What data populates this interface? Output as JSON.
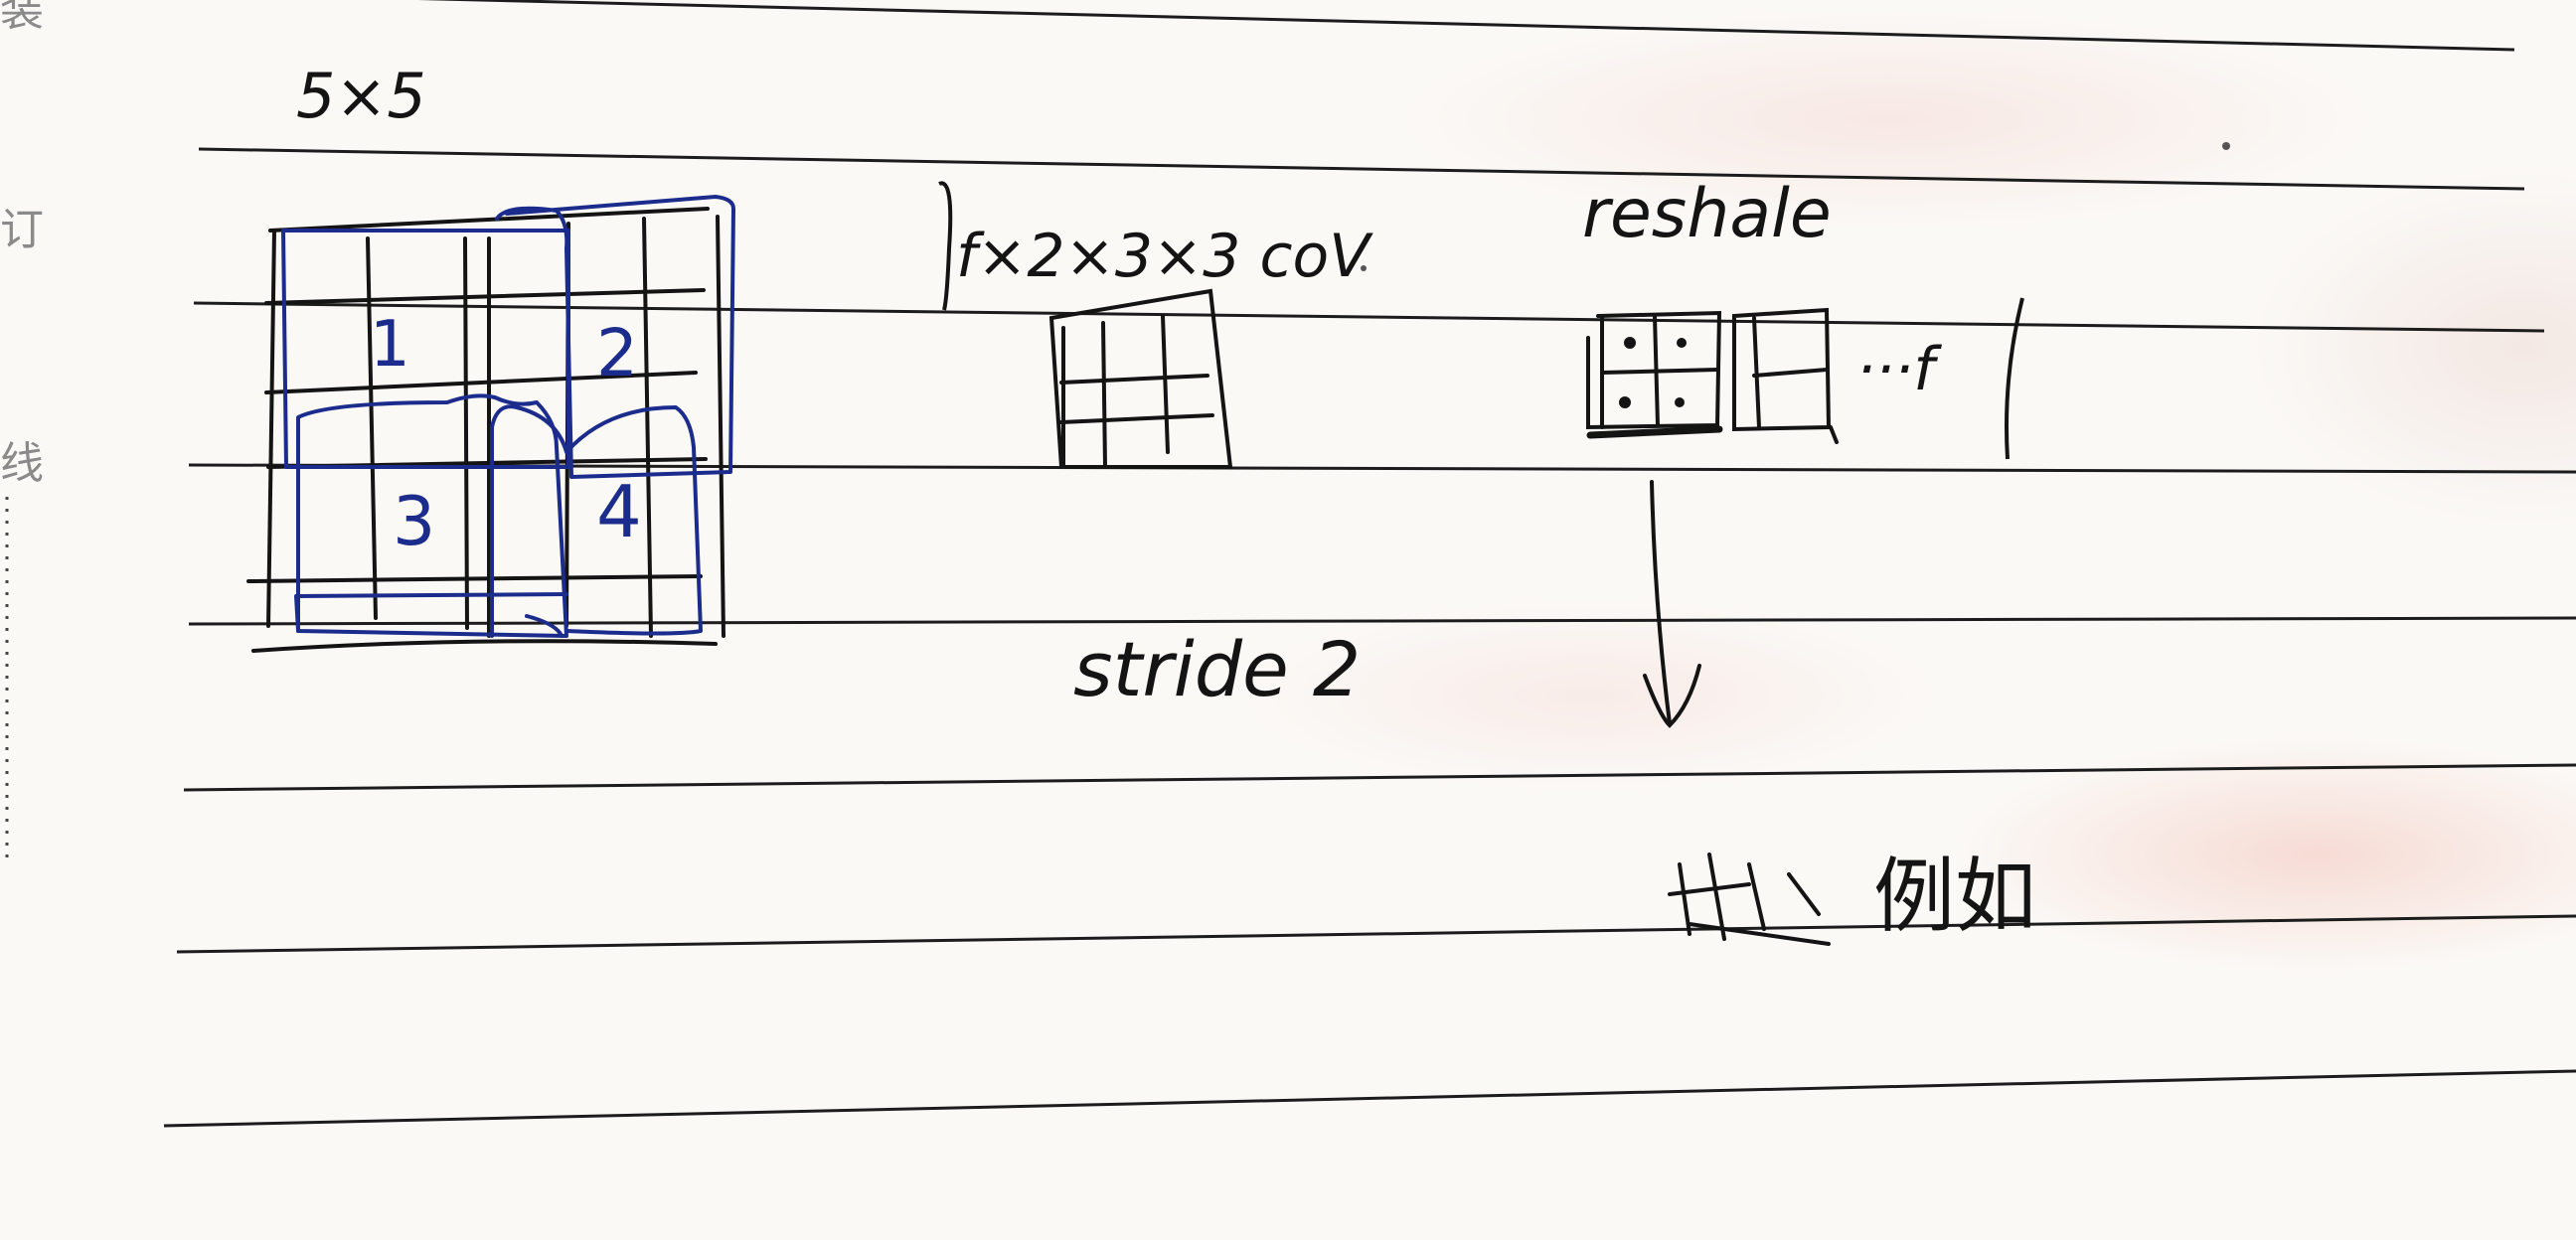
{
  "margin": {
    "top_char": "装",
    "middle_char": "订",
    "bottom_char": "线"
  },
  "notes": {
    "input_size": "5×5",
    "filter_spec": "f×2×3×3 coV",
    "stride": "stride 2",
    "reshape_label": "reshale",
    "ellipsis_f": "···f",
    "chinese_note": "例如",
    "region_labels": [
      "1",
      "2",
      "3",
      "4"
    ]
  },
  "colors": {
    "ink": "#141414",
    "blue_ink": "#1b2c8c",
    "rule_line": "#1a1a1a",
    "paper": "#fbf9f6"
  }
}
